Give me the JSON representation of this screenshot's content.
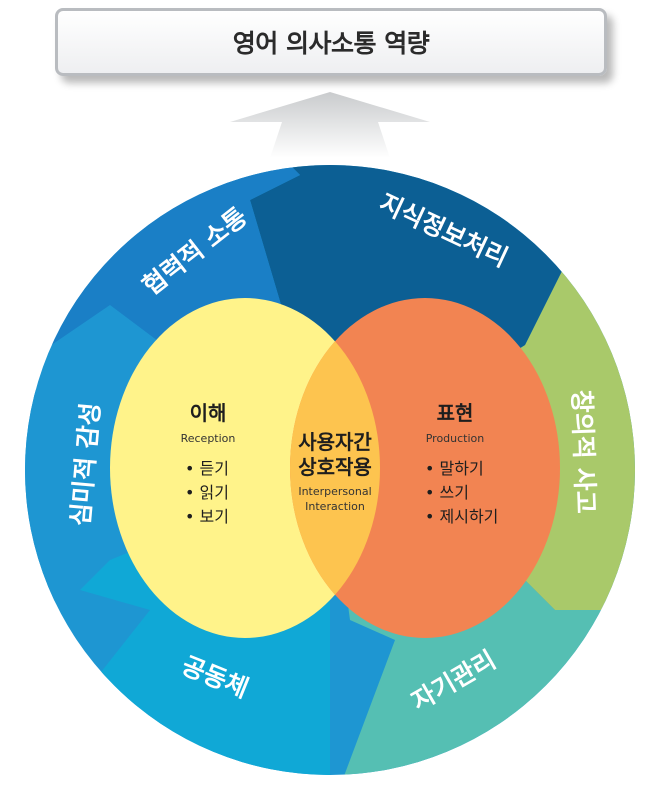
{
  "title": "영어 의사소통 역량",
  "segments": {
    "cooperative": "협력적 소통",
    "knowledge": "지식정보처리",
    "creative": "창의적 사고",
    "self": "자기관리",
    "community": "공동체",
    "aesthetic": "심미적 감성"
  },
  "reception": {
    "title": "이해",
    "subtitle": "Reception",
    "items": [
      "• 듣기",
      "• 읽기",
      "• 보기"
    ]
  },
  "interaction": {
    "title_line1": "사용자간",
    "title_line2": "상호작용",
    "subtitle_line1": "Interpersonal",
    "subtitle_line2": "Interaction"
  },
  "production": {
    "title": "표현",
    "subtitle": "Production",
    "items": [
      "• 말하기",
      "• 쓰기",
      "• 제시하기"
    ]
  },
  "colors": {
    "cooperative": "#1a7fc6",
    "knowledge": "#0c5f94",
    "creative": "#a9c96a",
    "self": "#55bfb3",
    "community": "#10a8d6",
    "aesthetic": "#1e96d2",
    "reception": "#fff38a",
    "interaction": "#fdc44f",
    "production": "#f28452"
  }
}
